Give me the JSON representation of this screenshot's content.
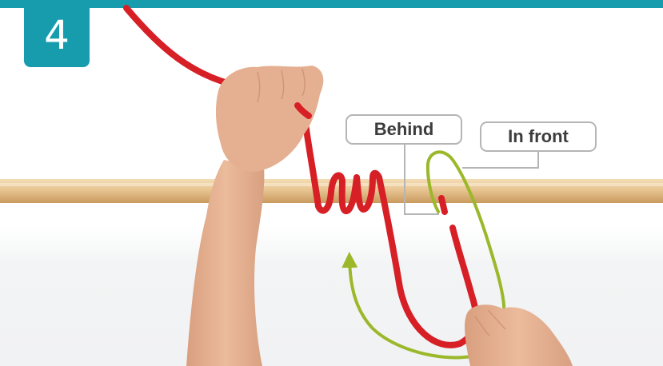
{
  "step": {
    "number": "4"
  },
  "labels": {
    "behind": "Behind",
    "in_front": "In front"
  },
  "colors": {
    "accent": "#169cad",
    "rope": "#d71f26",
    "arrow": "#9bb82a",
    "pole": "#e8c592",
    "callout_border": "#b5b5b5",
    "skin": "#e7b393"
  },
  "icons": {
    "direction_arrow": "curved-arrow-icon"
  }
}
